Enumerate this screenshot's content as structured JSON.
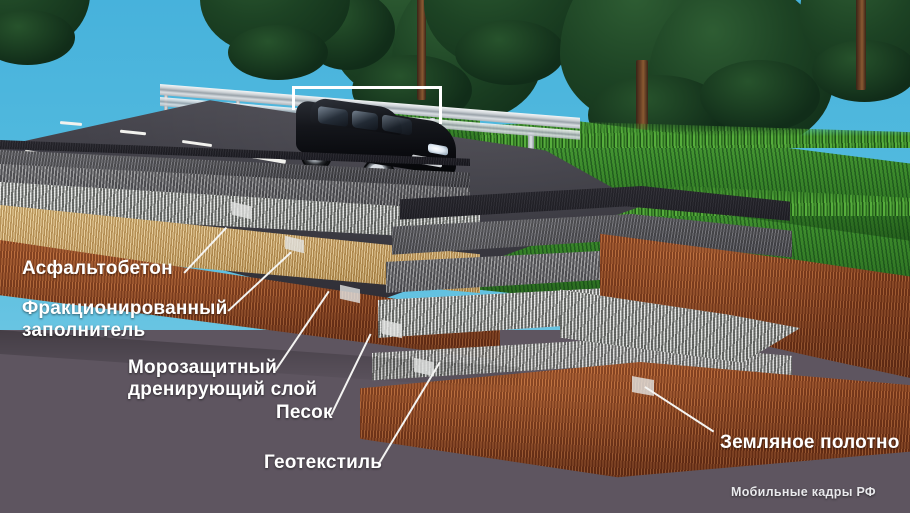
{
  "scene": {
    "title": "Road pavement cross-section diagram",
    "sky_color": "#49b4dc",
    "background_color": "#5e5560",
    "grass_color": "#3c8b2c",
    "soil_color": "#8a4220",
    "sand_color": "#c8a263",
    "gravel_color": "#c5c9c4",
    "asphalt_color": "#35343c",
    "label_color": "#ffffff"
  },
  "labels": [
    {
      "id": "asphalt-concrete",
      "text": "Асфальтобетон",
      "line2": ""
    },
    {
      "id": "fractional-filler",
      "text": "Фракционированный",
      "line2": "заполнитель"
    },
    {
      "id": "frost-drain-layer",
      "text": "Морозащитный",
      "line2": "дренирующий слой"
    },
    {
      "id": "sand",
      "text": "Песок",
      "line2": ""
    },
    {
      "id": "geotextile",
      "text": "Геотекстиль",
      "line2": ""
    },
    {
      "id": "subgrade",
      "text": "Земляное полотно",
      "line2": ""
    }
  ],
  "watermark": {
    "text": "Мобильные кадры РФ"
  },
  "vehicle": {
    "name": "black-hatchback-car"
  },
  "overlay": {
    "name": "selection-bracket"
  }
}
